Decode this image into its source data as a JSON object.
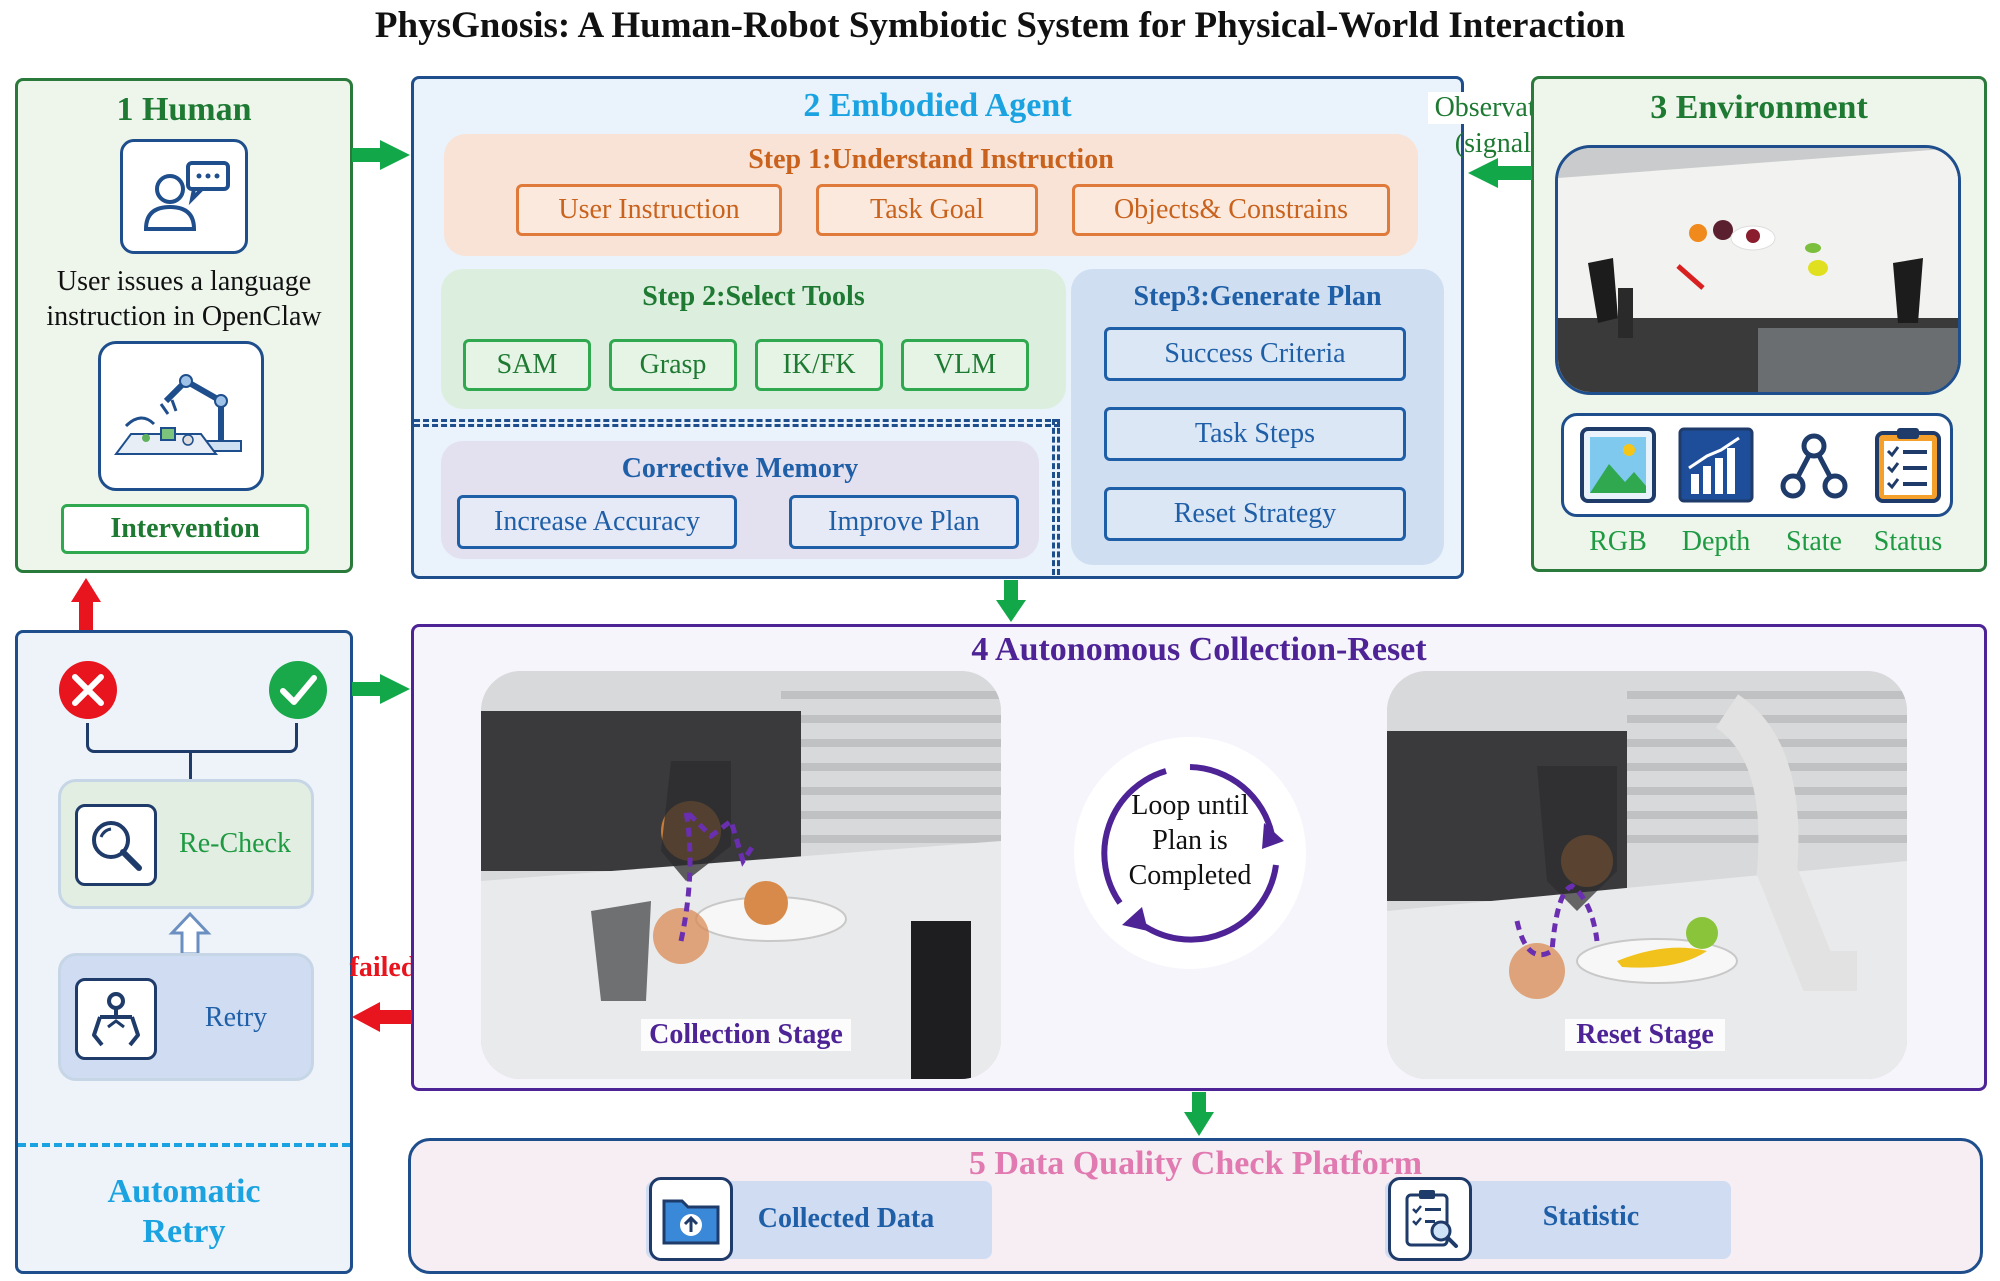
{
  "title": "PhysGnosis: A Human-Robot Symbiotic System for Physical-World Interaction",
  "human": {
    "title": "1 Human",
    "desc_line1": "User issues a language",
    "desc_line2": "instruction in OpenClaw",
    "intervention": "Intervention"
  },
  "agent": {
    "title": "2 Embodied Agent",
    "step1": {
      "title": "Step 1:Understand Instruction",
      "chips": [
        "User Instruction",
        "Task Goal",
        "Objects& Constrains"
      ]
    },
    "step2": {
      "title": "Step 2:Select Tools",
      "chips": [
        "SAM",
        "Grasp",
        "IK/FK",
        "VLM"
      ]
    },
    "step3": {
      "title": "Step3:Generate Plan",
      "chips": [
        "Success Criteria",
        "Task Steps",
        "Reset Strategy"
      ]
    },
    "memory": {
      "title": "Corrective Memory",
      "chips": [
        "Increase Accuracy",
        "Improve Plan"
      ]
    }
  },
  "observation": {
    "line1": "Observation",
    "line2": "(signals)"
  },
  "environment": {
    "title": "3 Environment",
    "signals": [
      "RGB",
      "Depth",
      "State",
      "Status"
    ]
  },
  "retry": {
    "recheck": "Re-Check",
    "retry": "Retry",
    "title_line1": "Automatic",
    "title_line2": "Retry",
    "failed": "failed"
  },
  "collection": {
    "title": "4 Autonomous Collection-Reset",
    "collection_stage": "Collection Stage",
    "reset_stage": "Reset Stage",
    "loop_line1": "Loop until",
    "loop_line2": "Plan is",
    "loop_line3": "Completed"
  },
  "quality": {
    "title": "5 Data Quality Check Platform",
    "collected": "Collected Data",
    "statistic": "Statistic"
  },
  "colors": {
    "green": "#1e7a32",
    "arrow_green": "#12a84a",
    "blue_title": "#1aa3e0",
    "step1": "#c9621c",
    "step_blue": "#1f5fa8",
    "purple": "#4d2396",
    "pink": "#e07ab0",
    "red": "#e8141e"
  }
}
